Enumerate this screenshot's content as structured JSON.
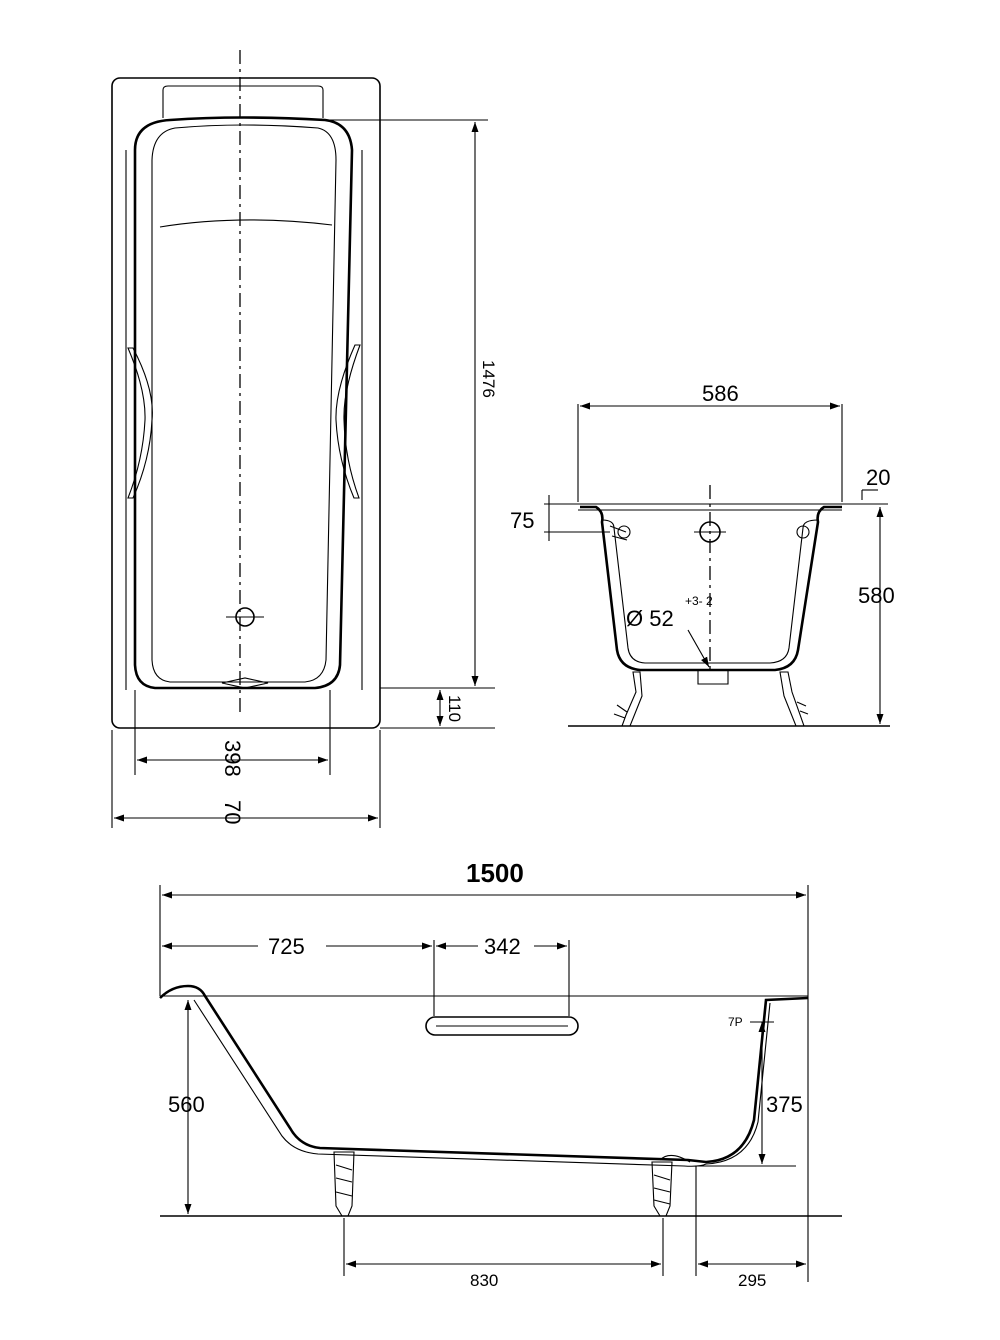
{
  "top_view": {
    "dim_length": "1476",
    "dim_end": "110",
    "dim_inner_width": "398",
    "dim_outer_width": "70"
  },
  "end_view": {
    "dim_width": "586",
    "dim_rim": "20",
    "dim_overflow_height": "75",
    "dim_height": "580",
    "dim_drain": "Ø 52",
    "dim_drain_tolerance": "+3- 2"
  },
  "side_view": {
    "dim_total_length": "1500",
    "dim_grip_offset": "725",
    "dim_grip_length": "342",
    "dim_head_height": "560",
    "dim_foot_height": "375",
    "dim_foot_label": "7P",
    "dim_leg_spacing": "830",
    "dim_leg_offset": "295"
  }
}
